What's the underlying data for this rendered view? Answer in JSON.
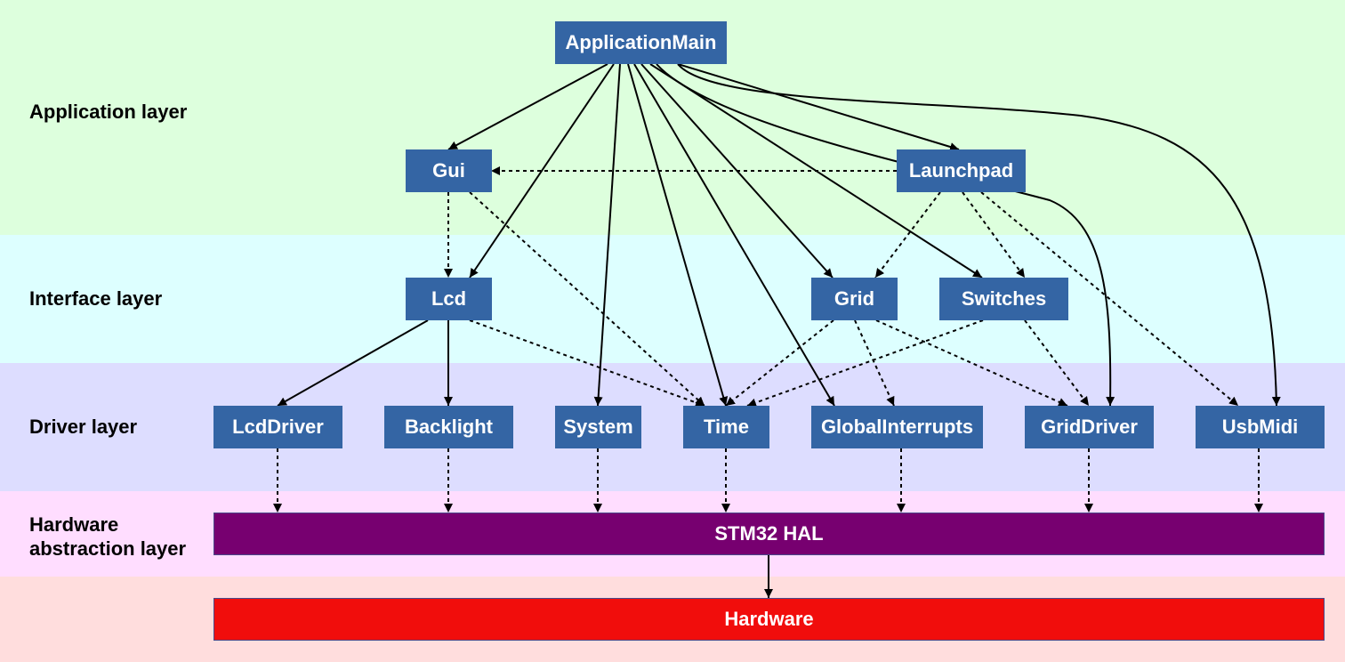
{
  "layers": {
    "application": "Application layer",
    "interface": "Interface layer",
    "driver": "Driver layer",
    "hal_line1": "Hardware",
    "hal_line2": "abstraction layer"
  },
  "nodes": {
    "application_main": "ApplicationMain",
    "gui": "Gui",
    "launchpad": "Launchpad",
    "lcd": "Lcd",
    "grid": "Grid",
    "switches": "Switches",
    "lcd_driver": "LcdDriver",
    "backlight": "Backlight",
    "system": "System",
    "time": "Time",
    "global_interrupts": "GlobalInterrupts",
    "grid_driver": "GridDriver",
    "usb_midi": "UsbMidi",
    "stm32_hal": "STM32 HAL",
    "hardware": "Hardware"
  },
  "colors": {
    "application_band": "#ddffdd",
    "interface_band": "#ddffff",
    "driver_band": "#ddddff",
    "hal_band": "#ffddff",
    "hardware_band": "#ffdddd",
    "module_box": "#3465a4",
    "hal_box": "#770070",
    "hardware_box": "#f10d0c"
  },
  "edges": [
    {
      "from": "application_main",
      "to": "gui",
      "style": "solid"
    },
    {
      "from": "application_main",
      "to": "lcd",
      "style": "solid"
    },
    {
      "from": "application_main",
      "to": "system",
      "style": "solid"
    },
    {
      "from": "application_main",
      "to": "time",
      "style": "solid"
    },
    {
      "from": "application_main",
      "to": "global_interrupts",
      "style": "solid"
    },
    {
      "from": "application_main",
      "to": "grid",
      "style": "solid"
    },
    {
      "from": "application_main",
      "to": "switches",
      "style": "solid"
    },
    {
      "from": "application_main",
      "to": "grid_driver",
      "style": "solid"
    },
    {
      "from": "application_main",
      "to": "launchpad",
      "style": "solid"
    },
    {
      "from": "application_main",
      "to": "usb_midi",
      "style": "solid"
    },
    {
      "from": "launchpad",
      "to": "gui",
      "style": "dashed"
    },
    {
      "from": "launchpad",
      "to": "grid",
      "style": "dashed"
    },
    {
      "from": "launchpad",
      "to": "switches",
      "style": "dashed"
    },
    {
      "from": "launchpad",
      "to": "usb_midi",
      "style": "dashed"
    },
    {
      "from": "gui",
      "to": "lcd",
      "style": "dashed"
    },
    {
      "from": "gui",
      "to": "time",
      "style": "dashed"
    },
    {
      "from": "lcd",
      "to": "lcd_driver",
      "style": "solid"
    },
    {
      "from": "lcd",
      "to": "backlight",
      "style": "solid"
    },
    {
      "from": "lcd",
      "to": "time",
      "style": "dashed"
    },
    {
      "from": "grid",
      "to": "time",
      "style": "dashed"
    },
    {
      "from": "grid",
      "to": "global_interrupts",
      "style": "dashed"
    },
    {
      "from": "grid",
      "to": "grid_driver",
      "style": "dashed"
    },
    {
      "from": "switches",
      "to": "time",
      "style": "dashed"
    },
    {
      "from": "switches",
      "to": "grid_driver",
      "style": "dashed"
    },
    {
      "from": "lcd_driver",
      "to": "stm32_hal",
      "style": "dashed"
    },
    {
      "from": "backlight",
      "to": "stm32_hal",
      "style": "dashed"
    },
    {
      "from": "system",
      "to": "stm32_hal",
      "style": "dashed"
    },
    {
      "from": "time",
      "to": "stm32_hal",
      "style": "dashed"
    },
    {
      "from": "global_interrupts",
      "to": "stm32_hal",
      "style": "dashed"
    },
    {
      "from": "grid_driver",
      "to": "stm32_hal",
      "style": "dashed"
    },
    {
      "from": "usb_midi",
      "to": "stm32_hal",
      "style": "dashed"
    },
    {
      "from": "stm32_hal",
      "to": "hardware",
      "style": "solid"
    }
  ]
}
